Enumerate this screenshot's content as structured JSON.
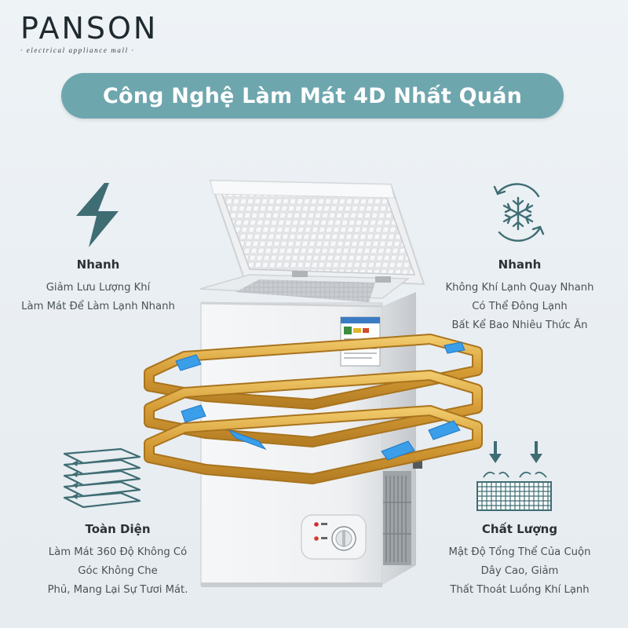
{
  "brand": {
    "name": "PANSON",
    "tagline": "· electrical appliance mall ·"
  },
  "banner": {
    "title": "Công Nghệ Làm Mát 4D Nhất Quán",
    "color": "#6ea6ae"
  },
  "features": [
    {
      "icon": "lightning-icon",
      "title": "Nhanh",
      "lines": [
        "Giảm Lưu Lượng Khí",
        "Làm Mát Để Làm Lạnh Nhanh"
      ]
    },
    {
      "icon": "snowflake-cycle-icon",
      "title": "Nhanh",
      "lines": [
        "Không Khí Lạnh Quay Nhanh",
        "Có Thể Đông Lạnh",
        "Bất Kể Bao Nhiêu Thức Ăn"
      ]
    },
    {
      "icon": "layered-airflow-icon",
      "title": "Toàn Diện",
      "lines": [
        "Làm Mát 360 Độ Không Có",
        "Góc Không Che",
        "Phủ, Mang Lại Sự Tươi Mát."
      ]
    },
    {
      "icon": "dense-coil-icon",
      "title": "Chất Lượng",
      "lines": [
        "Mật Độ Tổng Thể Của Cuộn",
        "Dây Cao, Giảm",
        "Thất Thoát Luồng Khí Lạnh"
      ]
    }
  ],
  "product": {
    "image": "chest-freezer-with-cooling-coils",
    "coil_color": "#d9a743",
    "arrow_color": "#3a9ee8"
  }
}
